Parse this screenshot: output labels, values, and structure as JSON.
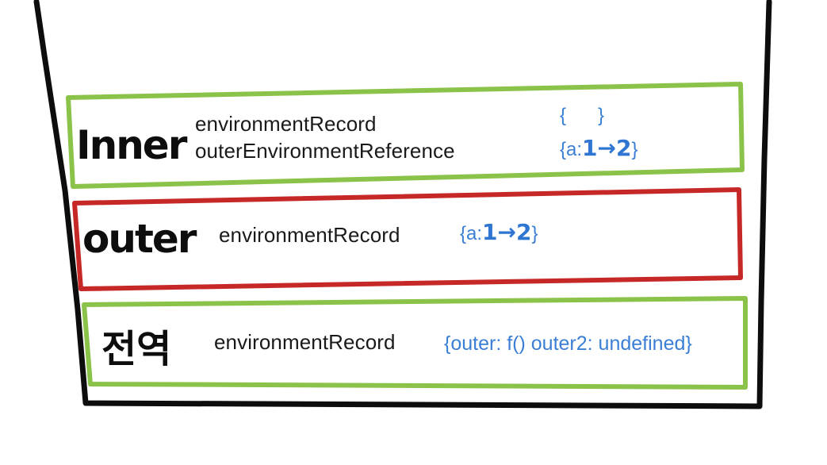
{
  "colors": {
    "outline": "#0d0d0d",
    "inner_border": "#8bc34a",
    "outer_border": "#c62828",
    "global_border": "#8bc34a",
    "value_text": "#3a7fd5"
  },
  "inner": {
    "title": "Inner",
    "record_label": "environmentRecord",
    "reference_label": "outerEnvironmentReference",
    "record_value": "{      }",
    "reference_value_prefix": "{a:",
    "reference_value_change": "1→2",
    "reference_value_suffix": "}"
  },
  "outer": {
    "title": "outer",
    "record_label": "environmentRecord",
    "record_value_prefix": "{a:",
    "record_value_change": "1→2",
    "record_value_suffix": "}"
  },
  "global": {
    "title": "전역",
    "record_label": "environmentRecord",
    "record_value": "{outer: f() outer2: undefined}"
  }
}
